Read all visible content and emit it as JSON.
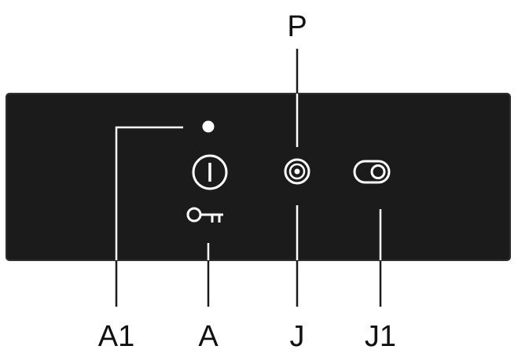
{
  "callouts": {
    "p": "P",
    "a1": "A1",
    "a": "A",
    "j": "J",
    "j1": "J1"
  },
  "icons": {
    "indicator": "indicator-light-icon",
    "power": "power-icon",
    "key_lock": "key-lock-icon",
    "program": "program-knob-icon",
    "toggle": "toggle-switch-icon"
  },
  "colors": {
    "panel": "#1b1b1b",
    "symbols": "#ffffff",
    "leader_lines": "#1b1b1b",
    "labels": "#111111"
  }
}
